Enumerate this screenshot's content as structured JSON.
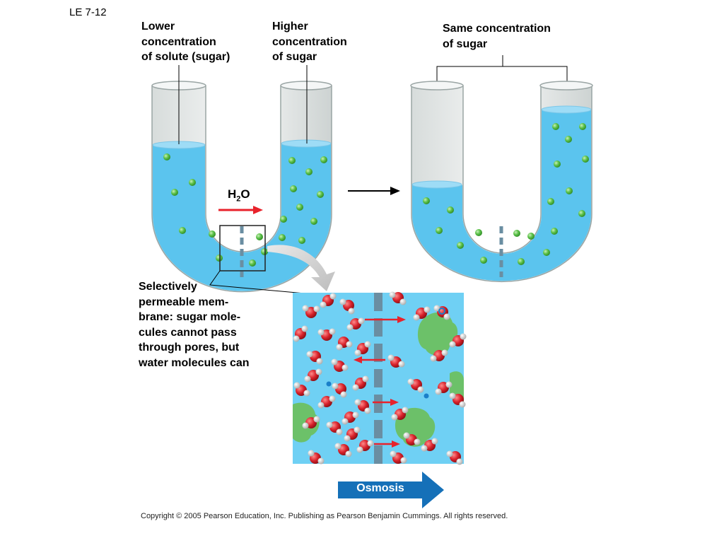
{
  "figure_id": "LE 7-12",
  "labels": {
    "lower": "Lower\nconcentration\nof solute (sugar)",
    "higher": "Higher\nconcentration\nof sugar",
    "same": "Same concentration\nof sugar",
    "membrane": "Selectively\npermeable mem-\nbrane: sugar mole-\ncules cannot pass\nthrough pores, but\nwater molecules can",
    "h2o_main": "H",
    "h2o_sub": "2",
    "h2o_tail": "O"
  },
  "process_label": "Osmosis",
  "copyright": "Copyright ©  2005 Pearson Education, Inc. Publishing as Pearson Benjamin Cummings. All rights reserved.",
  "colors": {
    "water": "#5bc4ee",
    "water_dark": "#3aa8db",
    "tube_glass": "#eef1f0",
    "sugar": "#5cc24a",
    "membrane": "#6a8ea2",
    "arrow_red": "#e8222b",
    "osmosis_blue": "#1570b8",
    "oxygen": "#d8222b",
    "hydrogen": "#e8e8e8"
  }
}
